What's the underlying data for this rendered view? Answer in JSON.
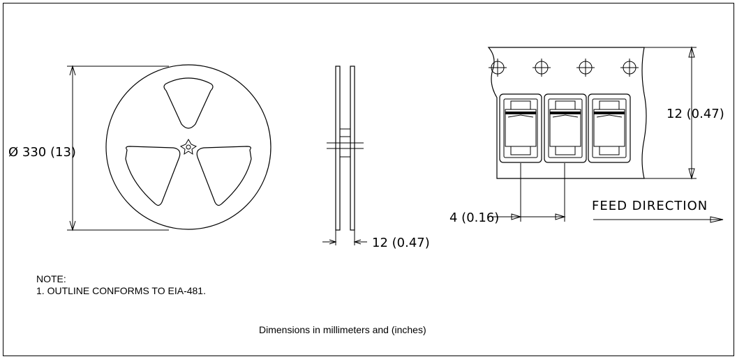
{
  "reel": {
    "diameter_label": "Ø 330 (13)"
  },
  "reel_side": {
    "width_label": "12 (0.47)"
  },
  "tape": {
    "height_label": "12 (0.47)",
    "pitch_label": "4 (0.16)",
    "feed_label": "FEED DIRECTION"
  },
  "notes": {
    "heading": "NOTE:",
    "item_1": "1. OUTLINE CONFORMS TO EIA-481."
  },
  "footer": {
    "units_caption": "Dimensions in millimeters and (inches)"
  }
}
